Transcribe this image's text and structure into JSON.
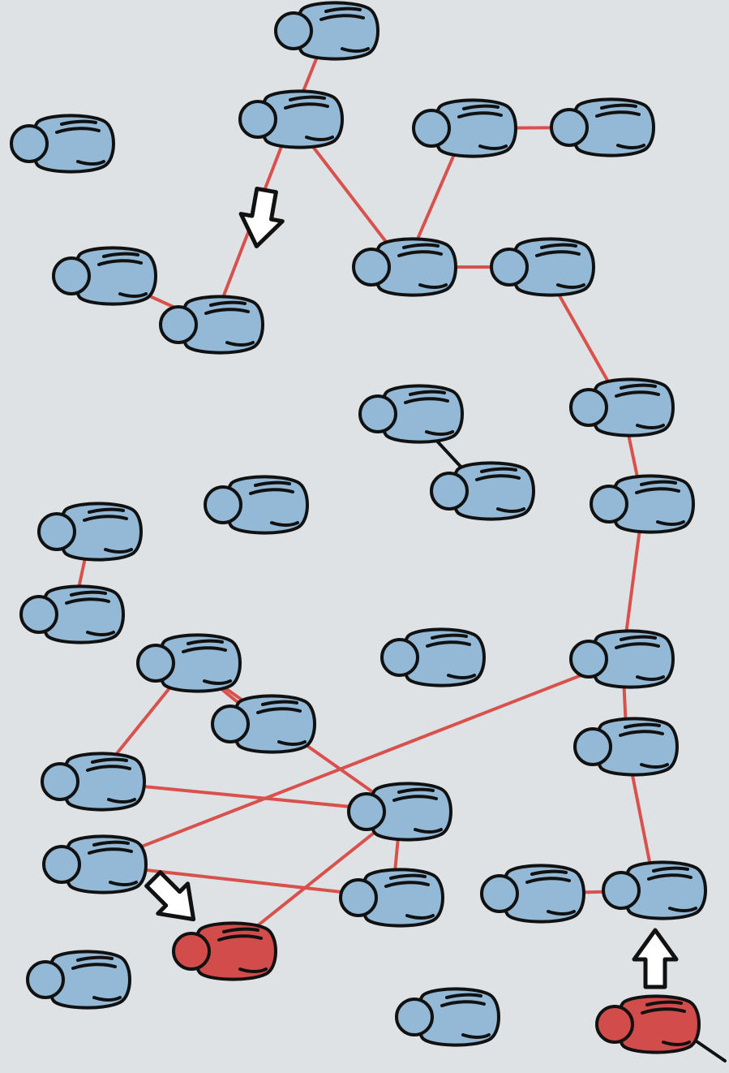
{
  "diagram": {
    "background": "#dfe2e4",
    "colors": {
      "person_default": "#93b9d6",
      "person_highlight": "#d14c4a",
      "outline": "#111111",
      "link_active": "#d9514c",
      "link_plain": "#111111"
    },
    "icon_names": {
      "person": "person-icon",
      "arrow": "arrow-icon"
    },
    "people": [
      {
        "id": "p1",
        "status": "default"
      },
      {
        "id": "p2",
        "status": "default"
      },
      {
        "id": "p3",
        "status": "default"
      },
      {
        "id": "p4",
        "status": "default"
      },
      {
        "id": "p5",
        "status": "default"
      },
      {
        "id": "p6",
        "status": "default"
      },
      {
        "id": "p7",
        "status": "default"
      },
      {
        "id": "p8",
        "status": "default"
      },
      {
        "id": "p9",
        "status": "default"
      },
      {
        "id": "p10",
        "status": "default"
      },
      {
        "id": "p11",
        "status": "default"
      },
      {
        "id": "p12",
        "status": "default"
      },
      {
        "id": "p13",
        "status": "default"
      },
      {
        "id": "p14",
        "status": "default"
      },
      {
        "id": "p15",
        "status": "default"
      },
      {
        "id": "p16",
        "status": "default"
      },
      {
        "id": "p17",
        "status": "default"
      },
      {
        "id": "p18",
        "status": "default"
      },
      {
        "id": "p19",
        "status": "default"
      },
      {
        "id": "p20",
        "status": "default"
      },
      {
        "id": "p21",
        "status": "default"
      },
      {
        "id": "p22",
        "status": "default"
      },
      {
        "id": "p23",
        "status": "default"
      },
      {
        "id": "p24",
        "status": "default"
      },
      {
        "id": "p25",
        "status": "default"
      },
      {
        "id": "p26",
        "status": "default"
      },
      {
        "id": "p27",
        "status": "default"
      },
      {
        "id": "p28",
        "status": "highlight"
      },
      {
        "id": "p29",
        "status": "default"
      },
      {
        "id": "p30",
        "status": "default"
      },
      {
        "id": "p31",
        "status": "highlight"
      }
    ],
    "links": [
      {
        "from": "p1",
        "to": "p2",
        "kind": "active"
      },
      {
        "from": "p2",
        "to": "p8",
        "kind": "active"
      },
      {
        "from": "p2",
        "to": "p7",
        "kind": "active"
      },
      {
        "from": "p4",
        "to": "p5",
        "kind": "active"
      },
      {
        "from": "p4",
        "to": "p8",
        "kind": "active"
      },
      {
        "from": "p6",
        "to": "p7",
        "kind": "active"
      },
      {
        "from": "p8",
        "to": "p9",
        "kind": "active"
      },
      {
        "from": "p9",
        "to": "p12",
        "kind": "active"
      },
      {
        "from": "p12",
        "to": "p14",
        "kind": "active"
      },
      {
        "from": "p14",
        "to": "p19",
        "kind": "active"
      },
      {
        "from": "p19",
        "to": "p22",
        "kind": "active"
      },
      {
        "from": "p22",
        "to": "p27",
        "kind": "active"
      },
      {
        "from": "p19",
        "to": "p24",
        "kind": "active"
      },
      {
        "from": "p24",
        "to": "p25",
        "kind": "active"
      },
      {
        "from": "p25",
        "to": "p23",
        "kind": "active"
      },
      {
        "from": "p23",
        "to": "p18",
        "kind": "active"
      },
      {
        "from": "p18",
        "to": "p21",
        "kind": "active"
      },
      {
        "from": "p18",
        "to": "p20",
        "kind": "active"
      },
      {
        "from": "p21",
        "to": "p23",
        "kind": "active"
      },
      {
        "from": "p26",
        "to": "p27",
        "kind": "active"
      },
      {
        "from": "p15",
        "to": "p16",
        "kind": "active"
      },
      {
        "from": "p10",
        "to": "p11",
        "kind": "plain"
      },
      {
        "from": "p23",
        "to": "p28",
        "kind": "active"
      }
    ],
    "arrows": [
      {
        "id": "arrow-down",
        "direction": "down"
      },
      {
        "id": "arrow-down-right",
        "direction": "down-right"
      },
      {
        "id": "arrow-up",
        "direction": "up"
      }
    ]
  }
}
